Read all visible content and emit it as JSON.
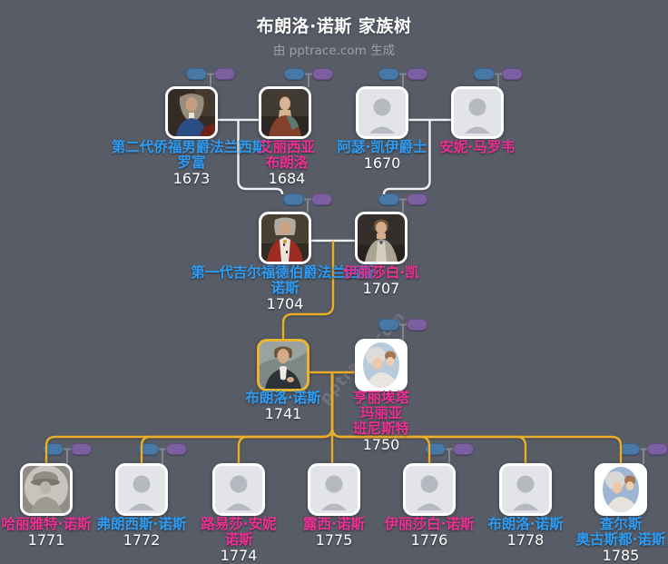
{
  "header": {
    "title": "布朗洛·诺斯 家族树",
    "subtitle": "由 pptrace.com 生成"
  },
  "watermark_text": "pptrace.com",
  "colors": {
    "background": "#575c66",
    "male_name": "#2d9cf4",
    "female_name": "#ee2f94",
    "year_text": "#ffffff",
    "link_default": "#eef0f2",
    "link_lineage_highlight": "#e9ad2a",
    "badge_male": "#4878a6",
    "badge_female": "#7c5fa0",
    "main_card_border": "#e9b432"
  },
  "people": [
    {
      "id": "francis-lowe",
      "name": "第二代侨福男爵法兰西斯·\n罗富",
      "year": "1673",
      "gender": "male",
      "portrait": "painting-man-blue-coat"
    },
    {
      "id": "alicia-brownlow",
      "name": "艾丽西亚\n布朗洛",
      "year": "1684",
      "gender": "female",
      "portrait": "painting-woman-red-dress"
    },
    {
      "id": "arthur-kaye",
      "name": "阿瑟·凯伊爵士",
      "year": "1670",
      "gender": "male",
      "portrait": "placeholder"
    },
    {
      "id": "anne-marrow",
      "name": "安妮·马罗韦",
      "year": "",
      "gender": "female",
      "portrait": "placeholder"
    },
    {
      "id": "francis-north-1st-earl",
      "name": "第一代吉尔福德伯爵法兰西斯·\n诺斯",
      "year": "1704",
      "gender": "male",
      "portrait": "painting-man-red-robe"
    },
    {
      "id": "elizabeth-kaye",
      "name": "伊丽莎白·凯",
      "year": "1707",
      "gender": "female",
      "portrait": "painting-woman-silver-dress"
    },
    {
      "id": "brownlow-north",
      "name": "布朗洛·诺斯",
      "year": "1741",
      "gender": "male",
      "portrait": "painting-main-person",
      "main": true
    },
    {
      "id": "henrietta-maria-bannister",
      "name": "亨丽埃塔\n玛丽亚\n班尼斯特",
      "year": "1750",
      "gender": "female",
      "portrait": "oval-miniature-mother-child"
    },
    {
      "id": "harriet-north",
      "name": "哈丽雅特·诺斯",
      "year": "1771",
      "gender": "female",
      "portrait": "bw-sketch-woman-hat"
    },
    {
      "id": "francis-north",
      "name": "弗朗西斯·诺斯",
      "year": "1772",
      "gender": "male",
      "portrait": "placeholder"
    },
    {
      "id": "louisa-anne-north",
      "name": "路易莎·安妮\n诺斯",
      "year": "1774",
      "gender": "female",
      "portrait": "placeholder"
    },
    {
      "id": "lucy-north",
      "name": "露西·诺斯",
      "year": "1775",
      "gender": "female",
      "portrait": "placeholder"
    },
    {
      "id": "elizabeth-north",
      "name": "伊丽莎白·诺斯",
      "year": "1776",
      "gender": "female",
      "portrait": "placeholder"
    },
    {
      "id": "brownlow-north-jr",
      "name": "布朗洛·诺斯",
      "year": "1778",
      "gender": "male",
      "portrait": "placeholder"
    },
    {
      "id": "charles-augustus-north",
      "name": "查尔斯\n奥古斯都·诺斯",
      "year": "1785",
      "gender": "male",
      "portrait": "oval-miniature-mother-child-blue"
    }
  ],
  "families": [
    {
      "father": 0,
      "mother": 1,
      "children": [
        4
      ]
    },
    {
      "father": 2,
      "mother": 3,
      "children": [
        5
      ]
    },
    {
      "father": 4,
      "mother": 5,
      "children": [
        6
      ]
    },
    {
      "father": 6,
      "mother": 7,
      "children": [
        8,
        9,
        10,
        11,
        12,
        13,
        14
      ]
    }
  ],
  "collapsed_parent_badges_on": [
    0,
    1,
    2,
    3,
    4,
    5,
    7,
    8,
    9,
    12,
    14
  ]
}
